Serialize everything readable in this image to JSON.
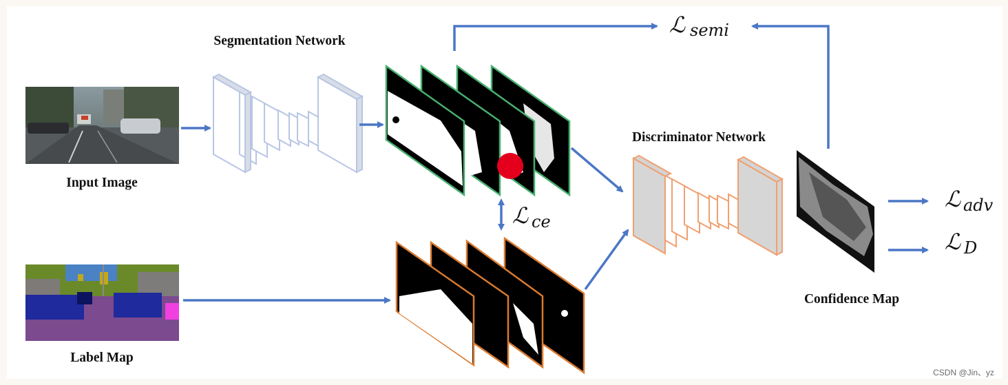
{
  "labels": {
    "input_image": "Input Image",
    "label_map": "Label Map",
    "segmentation_network": "Segmentation Network",
    "discriminator_network": "Discriminator Network",
    "confidence_map": "Confidence Map"
  },
  "losses": {
    "semi": {
      "symbol": "ℒ",
      "subscript": "semi"
    },
    "ce": {
      "symbol": "ℒ",
      "subscript": "ce"
    },
    "adv": {
      "symbol": "ℒ",
      "subscript": "adv"
    },
    "d": {
      "symbol": "ℒ",
      "subscript": "D"
    }
  },
  "watermark": "CSDN @Jin、yz",
  "colors": {
    "arrow": "#4b77c6",
    "segmentation_outline": "#b8c6e4",
    "discriminator_outline": "#f0a070",
    "prediction_frame": "#48b070",
    "label_frame": "#d97a30",
    "marker": "#e4001c"
  }
}
